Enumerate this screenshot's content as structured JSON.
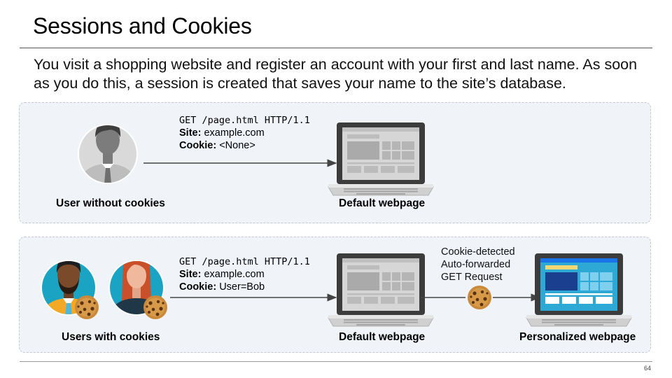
{
  "slide": {
    "title": "Sessions and Cookies",
    "intro": "You visit a shopping website and register an account with your first and last name. As soon as you do this, a session is created that saves your name to the site’s database.",
    "page_number": "64"
  },
  "scenario_1": {
    "user_label": "User without cookies",
    "request": {
      "line": "GET /page.html HTTP/1.1",
      "site_key": "Site:",
      "site_value": "example.com",
      "cookie_key": "Cookie:",
      "cookie_value": "<None>"
    },
    "page_label": "Default webpage"
  },
  "scenario_2": {
    "user_label": "Users with cookies",
    "request": {
      "line": "GET /page.html HTTP/1.1",
      "site_key": "Site:",
      "site_value": "example.com",
      "cookie_key": "Cookie:",
      "cookie_value": "User=Bob"
    },
    "page_label": "Default webpage",
    "forward_note": [
      "Cookie-detected",
      "Auto-forwarded",
      "GET Request"
    ],
    "personalized_label": "Personalized webpage"
  },
  "colors": {
    "panel_bg": "#f0f3f8",
    "avatar_gray": "#d9d9d9",
    "avatar_teal": "#1ba3c3",
    "laptop_dark": "#3c3c3c",
    "screen_blue": "#1a73e8",
    "cookie_brown": "#c98a3c"
  },
  "icons": [
    "user-gray-icon",
    "user-man-icon",
    "user-woman-icon",
    "cookie-icon",
    "laptop-icon",
    "arrow-icon"
  ]
}
